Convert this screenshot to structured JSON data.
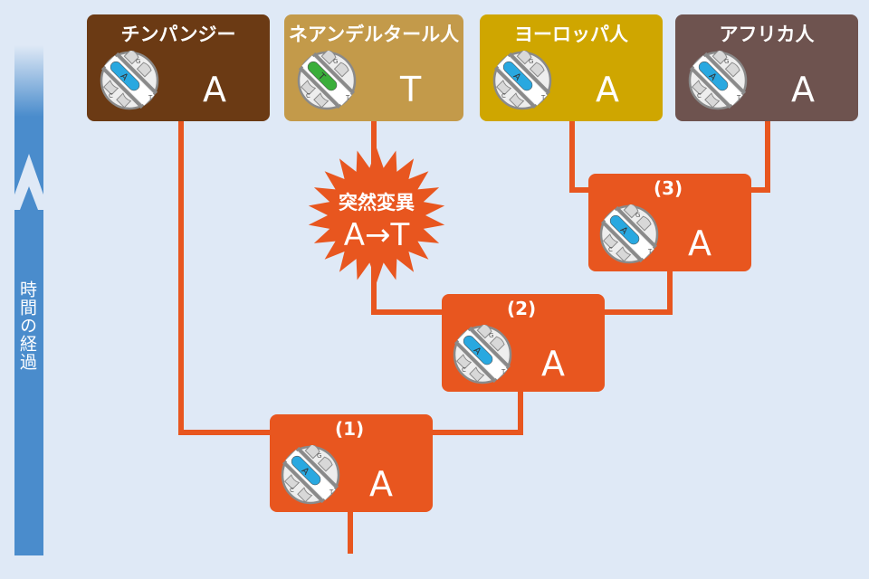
{
  "colors": {
    "background": "#dfe9f6",
    "line": "#e8561f",
    "node": "#e8561f",
    "mutant_base": "#3aae3a",
    "normal_base": "#29a8e0",
    "axis": "#4a8ccc"
  },
  "species": [
    {
      "name": "チンパンジー",
      "base": "A",
      "color": "#6b3a14"
    },
    {
      "name": "ネアンデルタール人",
      "base": "T",
      "color": "#c39a4a"
    },
    {
      "name": "ヨーロッパ人",
      "base": "A",
      "color": "#cfa600"
    },
    {
      "name": "アフリカ人",
      "base": "A",
      "color": "#6e534f"
    }
  ],
  "ancestors": [
    {
      "label": "(1)",
      "base": "A"
    },
    {
      "label": "(2)",
      "base": "A"
    },
    {
      "label": "(3)",
      "base": "A"
    }
  ],
  "mutation": {
    "line1": "突然変異",
    "line2": "A→T"
  },
  "time_axis": {
    "label": "時間の経過",
    "arrow_icon": "up-arrow-icon"
  },
  "dna_letters": {
    "top": "G",
    "left": "C",
    "right": "T"
  }
}
